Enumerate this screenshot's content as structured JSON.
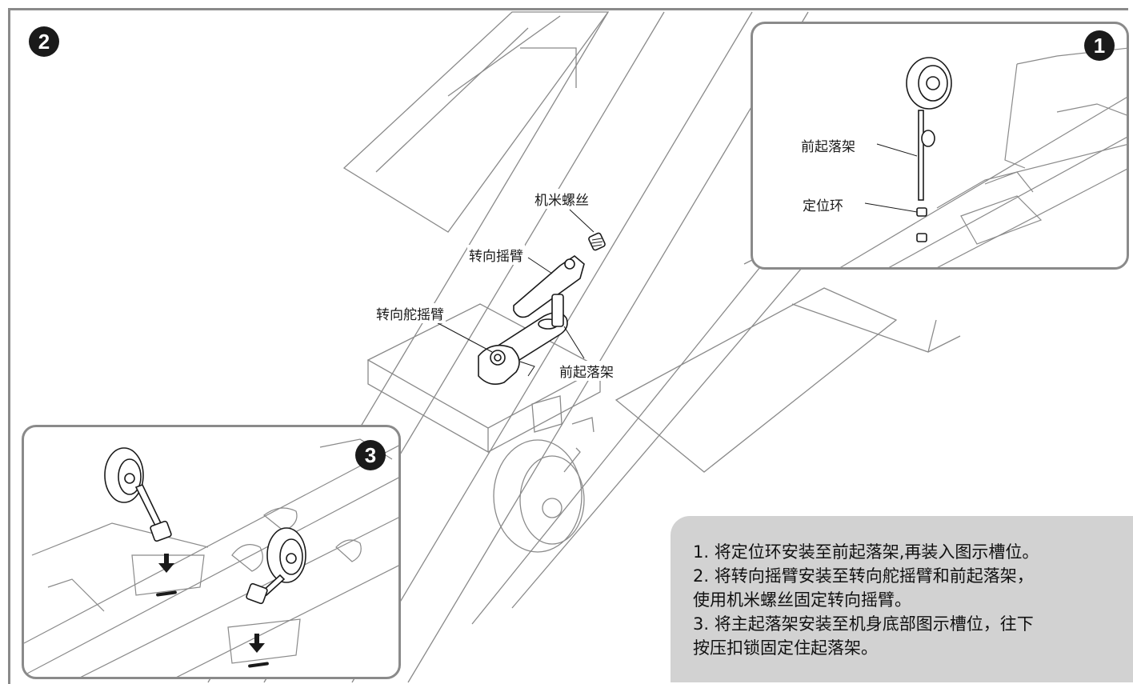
{
  "step_badges": {
    "step1": "1",
    "step2": "2",
    "step3": "3"
  },
  "main_diagram": {
    "label_screw": "机米螺丝",
    "label_steering_arm": "转向摇臂",
    "label_rudder_arm": "转向舵摇臂",
    "label_nose_gear": "前起落架"
  },
  "inset_step1": {
    "label_nose_gear": "前起落架",
    "label_locating_ring": "定位环"
  },
  "instructions": {
    "line1": "1. 将定位环安装至前起落架,再装入图示槽位。",
    "line2": "2.  将转向摇臂安装至转向舵摇臂和前起落架，",
    "line3": "使用机米螺丝固定转向摇臂。",
    "line4": "3.  将主起落架安装至机身底部图示槽位，往下",
    "line5": "按压扣锁固定住起落架。"
  },
  "colors": {
    "frame_border": "#8a8a8a",
    "badge_fill": "#1a1a1a",
    "instruction_panel": "#d2d2d2",
    "line_art": "#7a7a7a"
  }
}
